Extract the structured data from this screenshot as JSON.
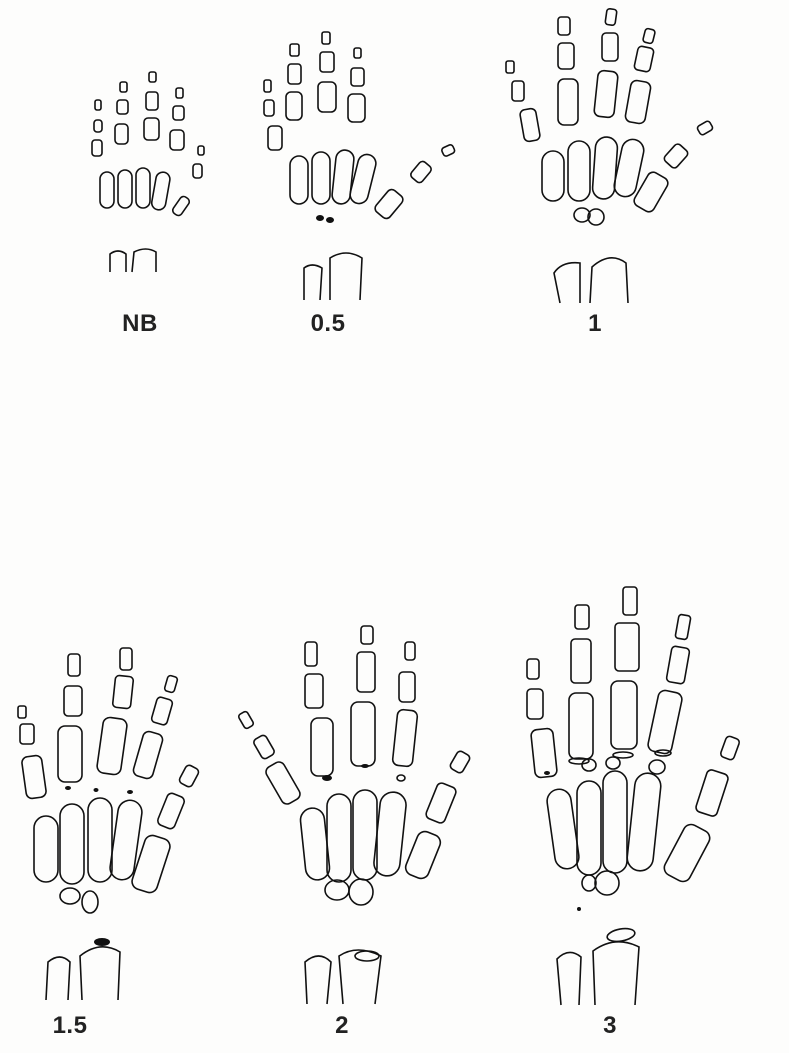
{
  "figure": {
    "panels": [
      {
        "id": "nb",
        "label": "NB",
        "bone_count": 2
      },
      {
        "id": "p05",
        "label": "0.5",
        "bone_count": 2
      },
      {
        "id": "p1",
        "label": "1",
        "bone_count": 2
      },
      {
        "id": "p15",
        "label": "1.5",
        "bone_count": 2
      },
      {
        "id": "p2",
        "label": "2",
        "bone_count": 2
      },
      {
        "id": "p3",
        "label": "3",
        "bone_count": 2
      }
    ]
  }
}
